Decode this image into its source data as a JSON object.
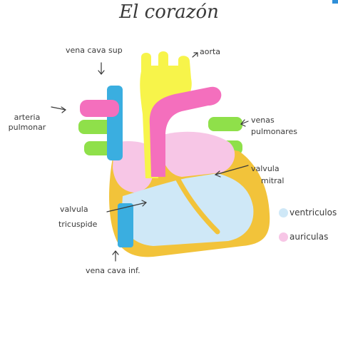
{
  "title": "El corazón",
  "labels": {
    "vena_cava_sup": "vena cava sup",
    "aorta": "aorta",
    "arteria_pulmonar_1": "arteria",
    "arteria_pulmonar_2": "pulmonar",
    "venas_pulmonares_1": "venas",
    "venas_pulmonares_2": "pulmonares",
    "valvula_mitral_1": "valvula",
    "valvula_mitral_2": "mitral",
    "valvula_tricuspide_1": "valvula",
    "valvula_tricuspide_2": "tricuspide",
    "vena_cava_inf": "vena cava inf."
  },
  "legend": [
    {
      "label": "ventriculos",
      "color": "#cfe8f7"
    },
    {
      "label": "auriculas",
      "color": "#f7c6e6"
    }
  ],
  "colors": {
    "aorta": "#f7f44a",
    "pulmonary_artery": "#f46fbd",
    "vena_cava": "#3aaee0",
    "pulmonary_veins": "#8fe04a",
    "heart_wall": "#f2c33a",
    "ventricles": "#cfe8f7",
    "atria": "#f7c6e6",
    "ink": "#3a3a3a"
  }
}
